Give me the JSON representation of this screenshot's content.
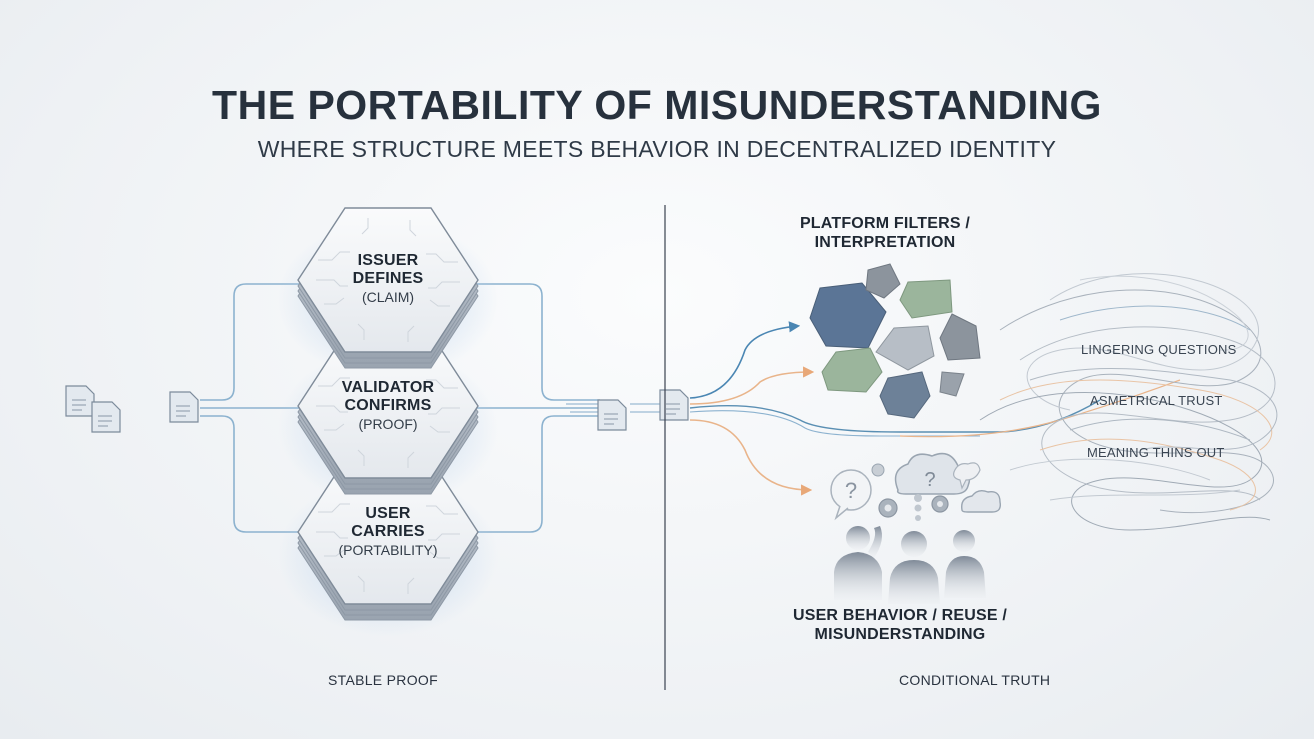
{
  "header": {
    "title": "THE PORTABILITY OF MISUNDERSTANDING",
    "subtitle": "WHERE STRUCTURE MEETS BEHAVIOR IN DECENTRALIZED IDENTITY"
  },
  "stack": [
    {
      "title_line1": "ISSUER",
      "title_line2": "DEFINES",
      "sub": "(CLAIM)"
    },
    {
      "title_line1": "VALIDATOR",
      "title_line2": "CONFIRMS",
      "sub": "(PROOF)"
    },
    {
      "title_line1": "USER",
      "title_line2": "CARRIES",
      "sub": "(PORTABILITY)"
    }
  ],
  "right": {
    "platform_heading_1": "PLATFORM FILTERS /",
    "platform_heading_2": "INTERPRETATION",
    "behavior_heading_1": "USER BEHAVIOR / REUSE /",
    "behavior_heading_2": "MISUNDERSTANDING",
    "notes": [
      "LINGERING QUESTIONS",
      "ASMETRICAL TRUST",
      "MEANING THINS OUT"
    ]
  },
  "footer": {
    "left": "STABLE PROOF",
    "right": "CONDITIONAL TRUTH"
  },
  "colors": {
    "flow_blue": "#5a8fb3",
    "flow_orange": "#e9b48a",
    "shard_blue": "#5b7596",
    "shard_green": "#9bb59c",
    "shard_gray": "#8c949d",
    "divider": "#3a4250"
  }
}
